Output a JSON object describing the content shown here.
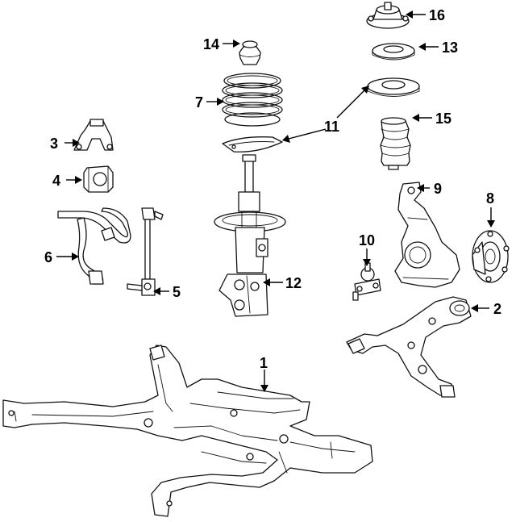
{
  "callouts": [
    {
      "id": "1",
      "label": "1",
      "part": "crossmember"
    },
    {
      "id": "2",
      "label": "2",
      "part": "lower-control-arm"
    },
    {
      "id": "3",
      "label": "3",
      "part": "stabilizer-bracket"
    },
    {
      "id": "4",
      "label": "4",
      "part": "stabilizer-bushing"
    },
    {
      "id": "5",
      "label": "5",
      "part": "stabilizer-link"
    },
    {
      "id": "6",
      "label": "6",
      "part": "stabilizer-bar"
    },
    {
      "id": "7",
      "label": "7",
      "part": "coil-spring"
    },
    {
      "id": "8",
      "label": "8",
      "part": "hub-bearing"
    },
    {
      "id": "9",
      "label": "9",
      "part": "steering-knuckle"
    },
    {
      "id": "10",
      "label": "10",
      "part": "ball-joint"
    },
    {
      "id": "11",
      "label": "11",
      "part": "spring-insulators"
    },
    {
      "id": "12",
      "label": "12",
      "part": "strut"
    },
    {
      "id": "13",
      "label": "13",
      "part": "strut-bearing"
    },
    {
      "id": "14",
      "label": "14",
      "part": "bump-stop"
    },
    {
      "id": "15",
      "label": "15",
      "part": "dust-boot"
    },
    {
      "id": "16",
      "label": "16",
      "part": "strut-mount"
    }
  ],
  "colors": {
    "line": "#111111",
    "background": "#ffffff",
    "label": "#000000"
  }
}
